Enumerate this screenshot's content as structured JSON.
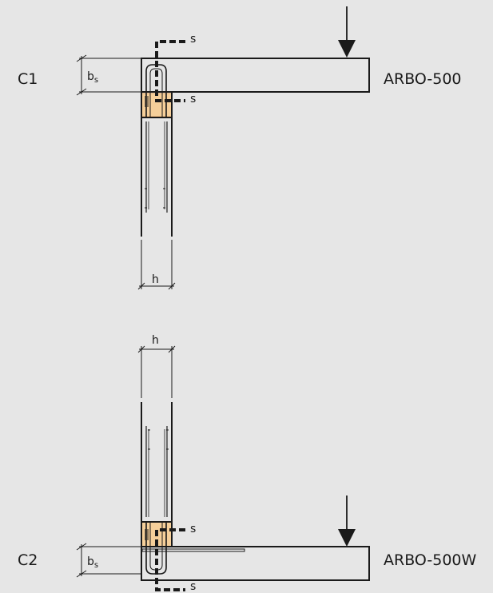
{
  "diagram": {
    "upper": {
      "case_label": "C1",
      "product_label": "ARBO-500",
      "section_label_top": "s",
      "section_label_bottom": "s",
      "dim_b": "b",
      "dim_b_sub": "s",
      "dim_h": "h"
    },
    "lower": {
      "case_label": "C2",
      "product_label": "ARBO-500W",
      "section_label_top": "s",
      "section_label_bottom": "s",
      "dim_b": "b",
      "dim_b_sub": "s",
      "dim_h": "h"
    },
    "colors": {
      "background": "#e6e6e6",
      "line": "#1a1a1a",
      "bearing_pad": "#f5cf9a",
      "bearing_pad_edge": "#e3a768"
    }
  }
}
